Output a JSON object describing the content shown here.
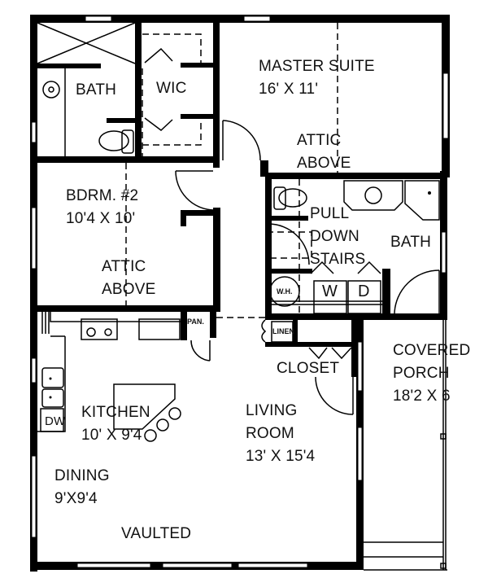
{
  "floor_plan": {
    "rooms": [
      {
        "id": "bath-1",
        "name": "BATH"
      },
      {
        "id": "wic",
        "name": "WIC"
      },
      {
        "id": "master-suite",
        "name": "MASTER SUITE",
        "size": "16' X 11'",
        "note_line1": "ATTIC",
        "note_line2": "ABOVE"
      },
      {
        "id": "bedroom-2",
        "name": "BDRM. #2",
        "size": "10'4 X 10'",
        "note_line1": "ATTIC",
        "note_line2": "ABOVE"
      },
      {
        "id": "bath-2",
        "name": "BATH"
      },
      {
        "id": "pull-down-stairs",
        "line1": "PULL",
        "line2": "DOWN",
        "line3": "STAIRS"
      },
      {
        "id": "kitchen",
        "name": "KITCHEN",
        "size": "10' X 9'4"
      },
      {
        "id": "dining",
        "name": "DINING",
        "size": "9'X9'4"
      },
      {
        "id": "living-room",
        "name_line1": "LIVING",
        "name_line2": "ROOM",
        "size": "13' X 15'4"
      },
      {
        "id": "closet",
        "name": "CLOSET"
      },
      {
        "id": "covered-porch",
        "name_line1": "COVERED",
        "name_line2": "PORCH",
        "size": "18'2 X 6"
      },
      {
        "id": "vaulted",
        "note": "VAULTED"
      }
    ],
    "fixtures": {
      "water_heater": "W.H.",
      "washer": "W",
      "dryer": "D",
      "pantry": "PAN.",
      "linen": "LINEN",
      "dishwasher": "DW"
    },
    "colors": {
      "wall": "#000000",
      "background": "#ffffff"
    }
  }
}
